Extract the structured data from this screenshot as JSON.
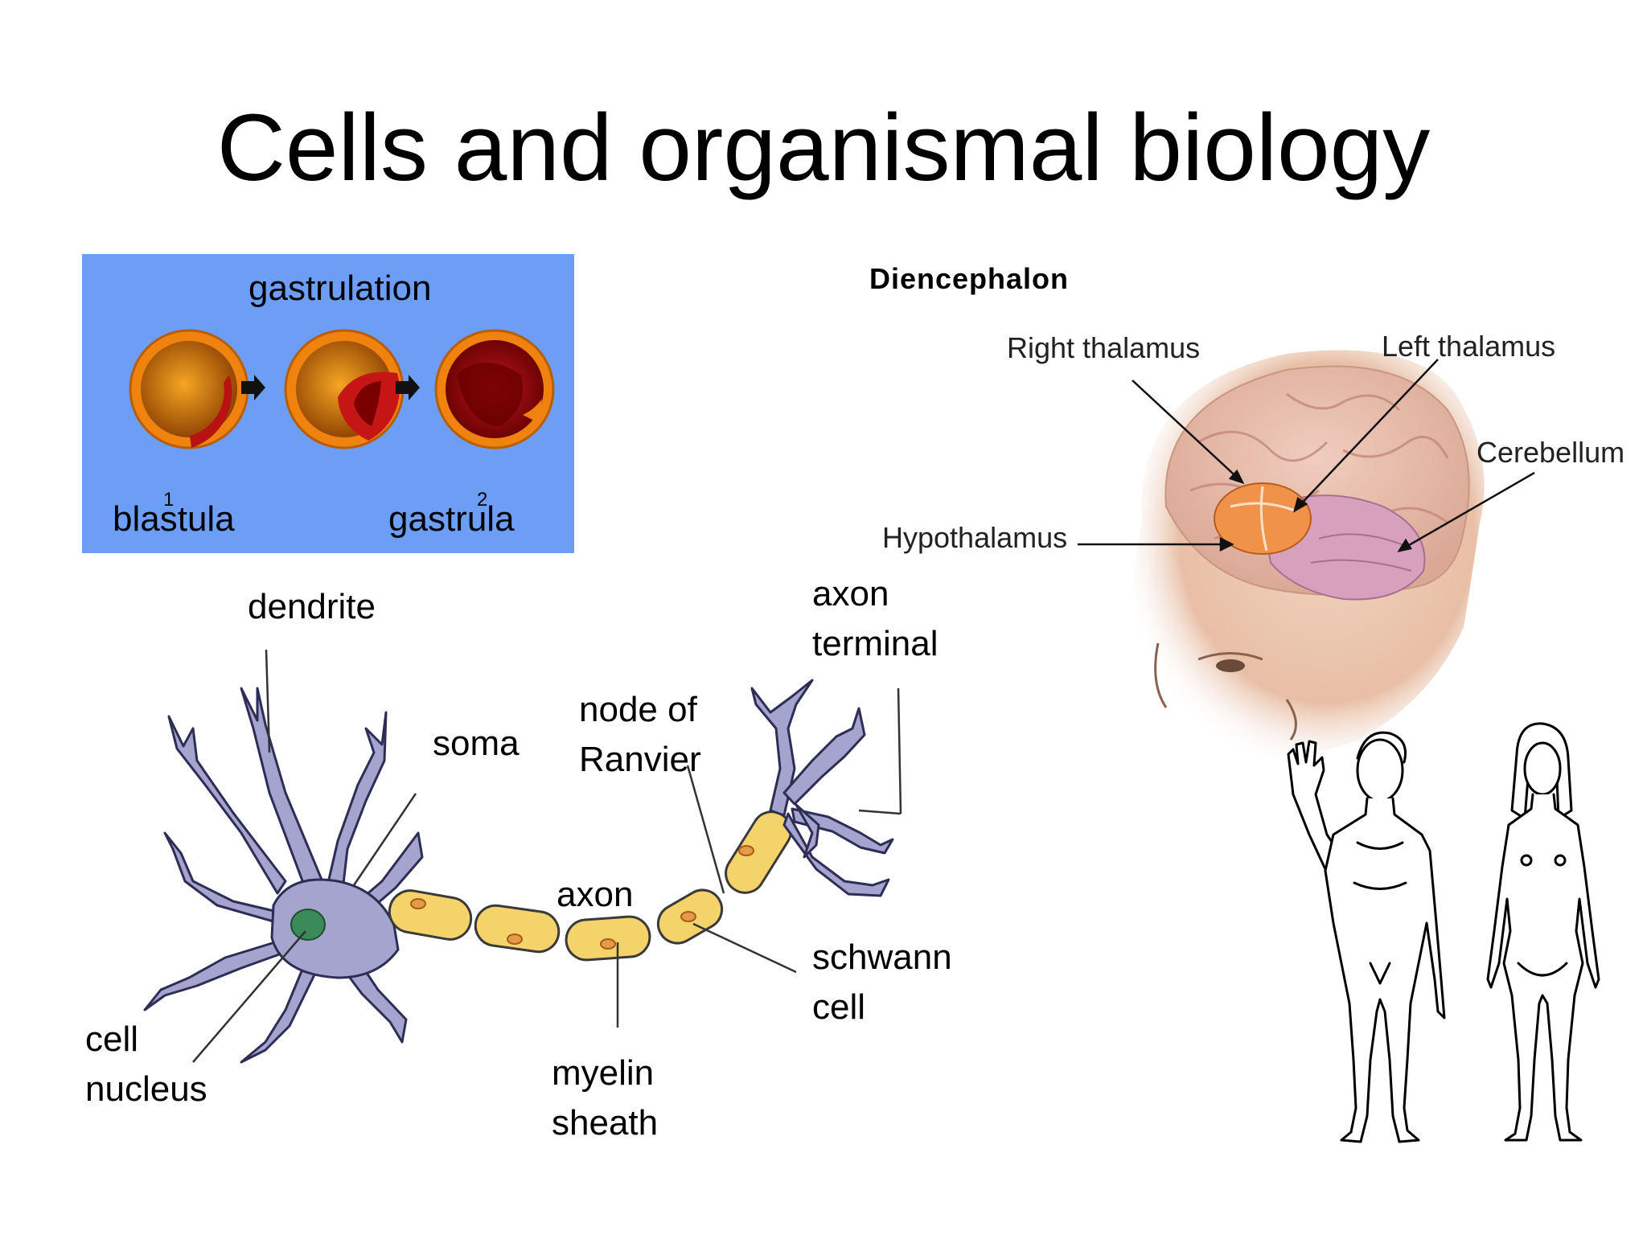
{
  "slide": {
    "title": "Cells and organismal biology"
  },
  "gastrulation": {
    "heading": "gastrulation",
    "stage1_number": "1",
    "stage2_number": "2",
    "left_label": "blastula",
    "right_label": "gastrula",
    "background_color": "#6c9ef5"
  },
  "neuron": {
    "dendrite": "dendrite",
    "soma": "soma",
    "node_line1": "node of",
    "node_line2": "Ranvier",
    "axon_terminal_line1": "axon",
    "axon_terminal_line2": "terminal",
    "axon": "axon",
    "schwann_line1": "schwann",
    "schwann_line2": "cell",
    "cell_nucleus_line1": "cell",
    "cell_nucleus_line2": "nucleus",
    "myelin_line1": "myelin",
    "myelin_line2": "sheath",
    "cell_color": "#a4a4cf",
    "myelin_color": "#f5d36b",
    "nucleus_color": "#3b8a59"
  },
  "brain": {
    "title": "Diencephalon",
    "right_thalamus": "Right thalamus",
    "left_thalamus": "Left thalamus",
    "cerebellum": "Cerebellum",
    "hypothalamus": "Hypothalamus"
  }
}
